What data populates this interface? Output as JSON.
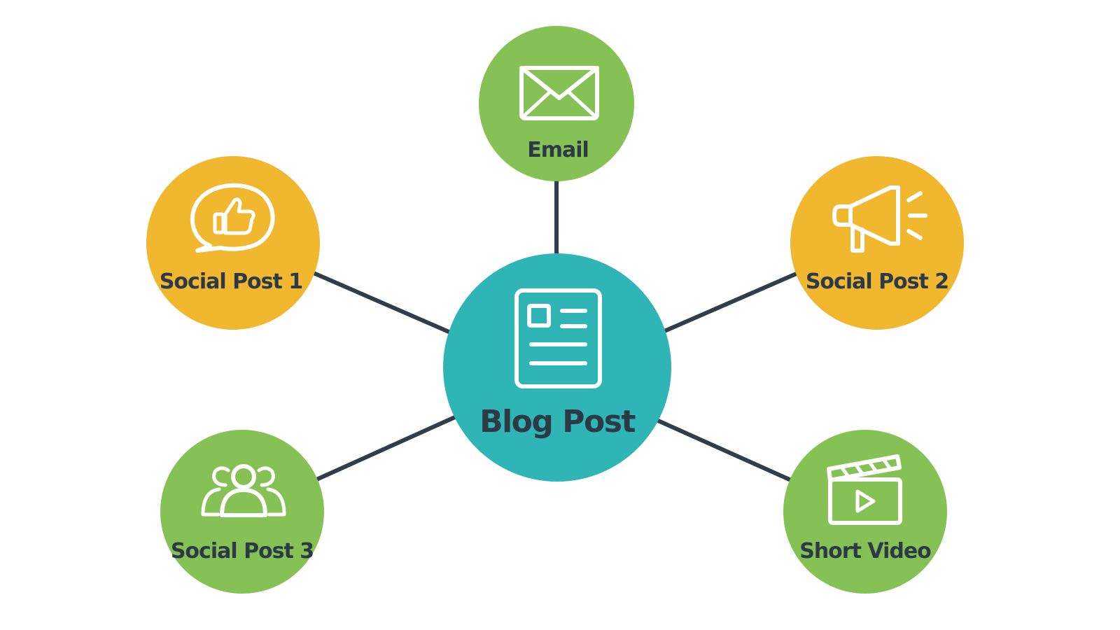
{
  "colors": {
    "center": "#2fb5b5",
    "green": "#86c155",
    "yellow": "#f0b72f",
    "connector": "#2f3e4a",
    "label": "#2b3a45"
  },
  "center": {
    "label": "Blog Post",
    "icon": "document-icon"
  },
  "nodes": [
    {
      "id": "email",
      "label": "Email",
      "icon": "envelope-icon",
      "color": "green"
    },
    {
      "id": "social-post-1",
      "label": "Social Post 1",
      "icon": "thumbs-up-chat-icon",
      "color": "yellow"
    },
    {
      "id": "social-post-2",
      "label": "Social Post 2",
      "icon": "megaphone-icon",
      "color": "yellow"
    },
    {
      "id": "social-post-3",
      "label": "Social Post 3",
      "icon": "people-icon",
      "color": "green"
    },
    {
      "id": "short-video",
      "label": "Short Video",
      "icon": "clapperboard-icon",
      "color": "green"
    }
  ]
}
